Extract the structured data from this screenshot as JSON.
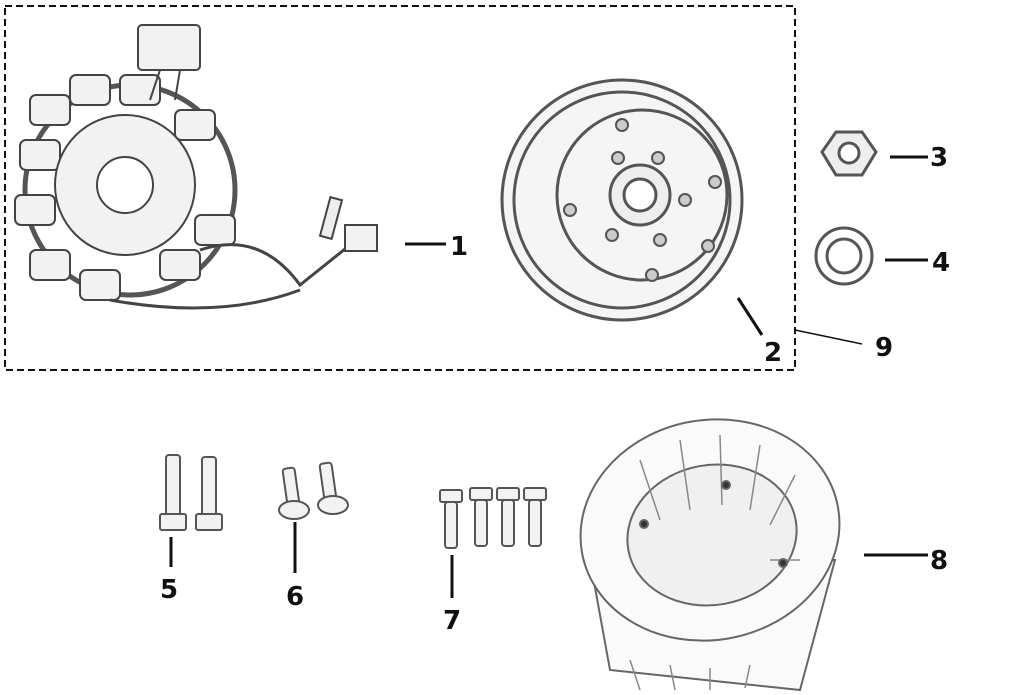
{
  "callouts": [
    {
      "number": "1",
      "part": "stator"
    },
    {
      "number": "2",
      "part": "flywheel"
    },
    {
      "number": "3",
      "part": "nut"
    },
    {
      "number": "4",
      "part": "washer"
    },
    {
      "number": "5",
      "part": "bolts"
    },
    {
      "number": "6",
      "part": "screws"
    },
    {
      "number": "7",
      "part": "bolts"
    },
    {
      "number": "8",
      "part": "cooling-fan"
    },
    {
      "number": "9",
      "part": "magneto-assembly"
    }
  ],
  "colors": {
    "line": "#111111",
    "sketch": "#555555",
    "fill": "#f4f4f4"
  }
}
